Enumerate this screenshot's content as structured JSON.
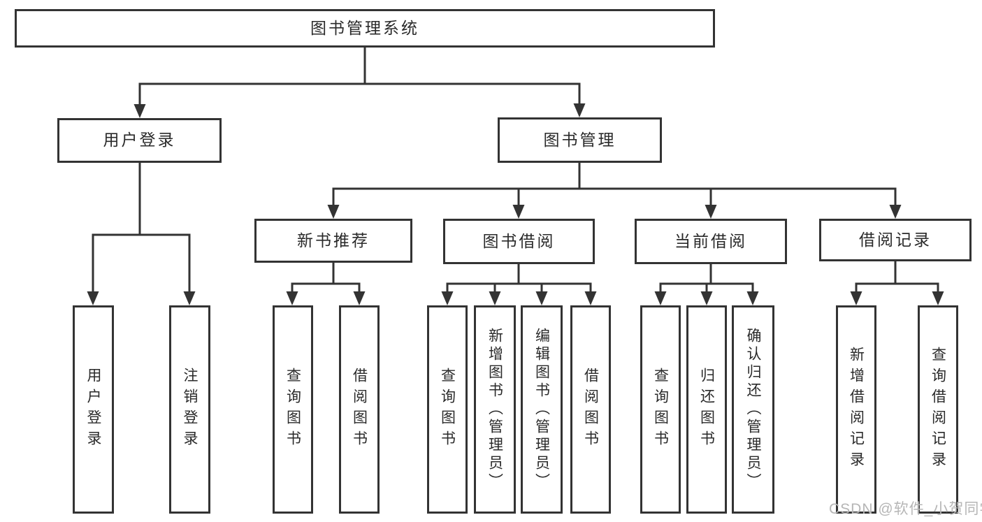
{
  "diagram_type": "hierarchy-tree",
  "colors": {
    "line": "#333333",
    "box_border": "#333333",
    "box_fill": "#ffffff",
    "text": "#2a2a2a",
    "watermark": "#b6b6b6",
    "background": "#ffffff"
  },
  "tree": {
    "label": "图书管理系统",
    "children": [
      {
        "label": "用户登录",
        "children": [
          {
            "label": "用户登录"
          },
          {
            "label": "注销登录"
          }
        ]
      },
      {
        "label": "图书管理",
        "children": [
          {
            "label": "新书推荐",
            "children": [
              {
                "label": "查询图书"
              },
              {
                "label": "借阅图书"
              }
            ]
          },
          {
            "label": "图书借阅",
            "children": [
              {
                "label": "查询图书"
              },
              {
                "label": "新增图书（管理员）"
              },
              {
                "label": "编辑图书（管理员）"
              },
              {
                "label": "借阅图书"
              }
            ]
          },
          {
            "label": "当前借阅",
            "children": [
              {
                "label": "查询图书"
              },
              {
                "label": "归还图书"
              },
              {
                "label": "确认归还（管理员）"
              }
            ]
          },
          {
            "label": "借阅记录",
            "children": [
              {
                "label": "新增借阅记录"
              },
              {
                "label": "查询借阅记录"
              }
            ]
          }
        ]
      }
    ]
  },
  "watermark": {
    "text": "CSDN @软件_小贺同学"
  }
}
